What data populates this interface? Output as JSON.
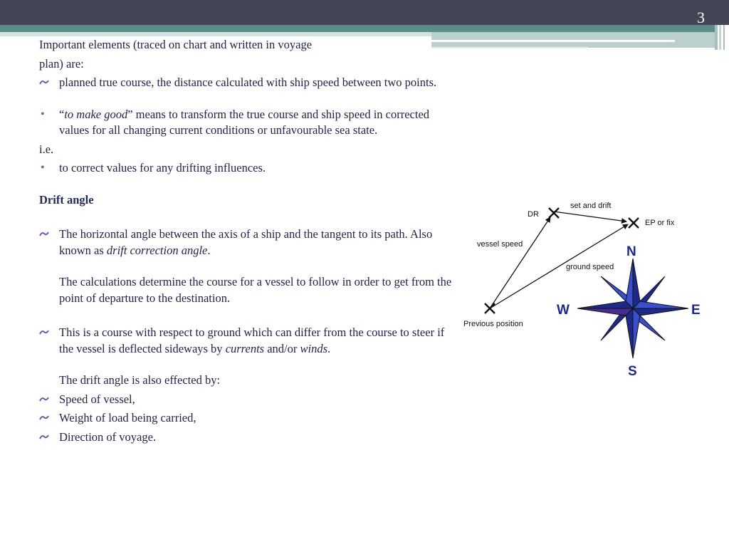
{
  "slide": {
    "number": "3"
  },
  "text": {
    "intro_line1": "Important elements (traced on chart and written in voyage",
    "intro_line2": "plan) are:",
    "b1": "planned true course, the distance calculated with ship speed between two points.",
    "b2_q_open": "“",
    "b2_em": "to make good",
    "b2_rest": "” means to transform the true course and ship speed in corrected values for all changing current conditions or unfavourable sea state.",
    "ie": "i.e.",
    "b3": "to correct values for any drifting influences.",
    "heading": "Drift angle",
    "b4_text": "The horizontal angle between the axis of a ship and the tangent to its path. Also known as ",
    "b4_em": "drift correction angle",
    "b4_end": ".",
    "b4_para": "The calculations determine the course for a vessel to follow in order to get from the point of departure to the destination.",
    "b5_text": "This is a course with respect to ground which can differ from the course to steer if the vessel is deflected sideways by ",
    "b5_em1": "currents",
    "b5_mid": " and/or ",
    "b5_em2": "winds",
    "b5_end": ".",
    "drift_para": "The drift angle is also effected by:",
    "l1": "Speed of vessel,",
    "l2": "Weight of load being carried,",
    "l3": "Direction of voyage."
  },
  "diagram": {
    "dr": "DR",
    "set_and_drift": "set and drift",
    "ep_or_fix": "EP or fix",
    "vessel_speed": "vessel speed",
    "ground_speed": "ground speed",
    "previous_position": "Previous position",
    "north": "N",
    "south": "S",
    "east": "E",
    "west": "W"
  },
  "colors": {
    "topbar": "#434556",
    "teal": "#5b8d8b",
    "compass_dark": "#1e2a8a",
    "compass_light": "#3a4fd0",
    "compass_purple": "#4a2a90",
    "bullet": "#7a55b0"
  }
}
